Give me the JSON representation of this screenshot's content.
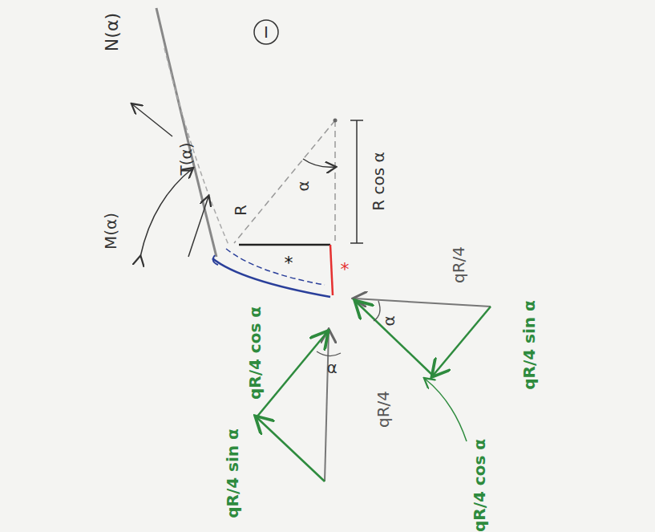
{
  "diagram": {
    "labels": [
      "I",
      "N(α)",
      "T(α)",
      "M(α)",
      "R",
      "α",
      "R cos α",
      "*",
      "*",
      "qR/4 cos α",
      "qR/4 sin α",
      "α",
      "qR/4",
      "qR/4",
      "α",
      "qR/4 sin α",
      "qR/4 cos α"
    ]
  }
}
